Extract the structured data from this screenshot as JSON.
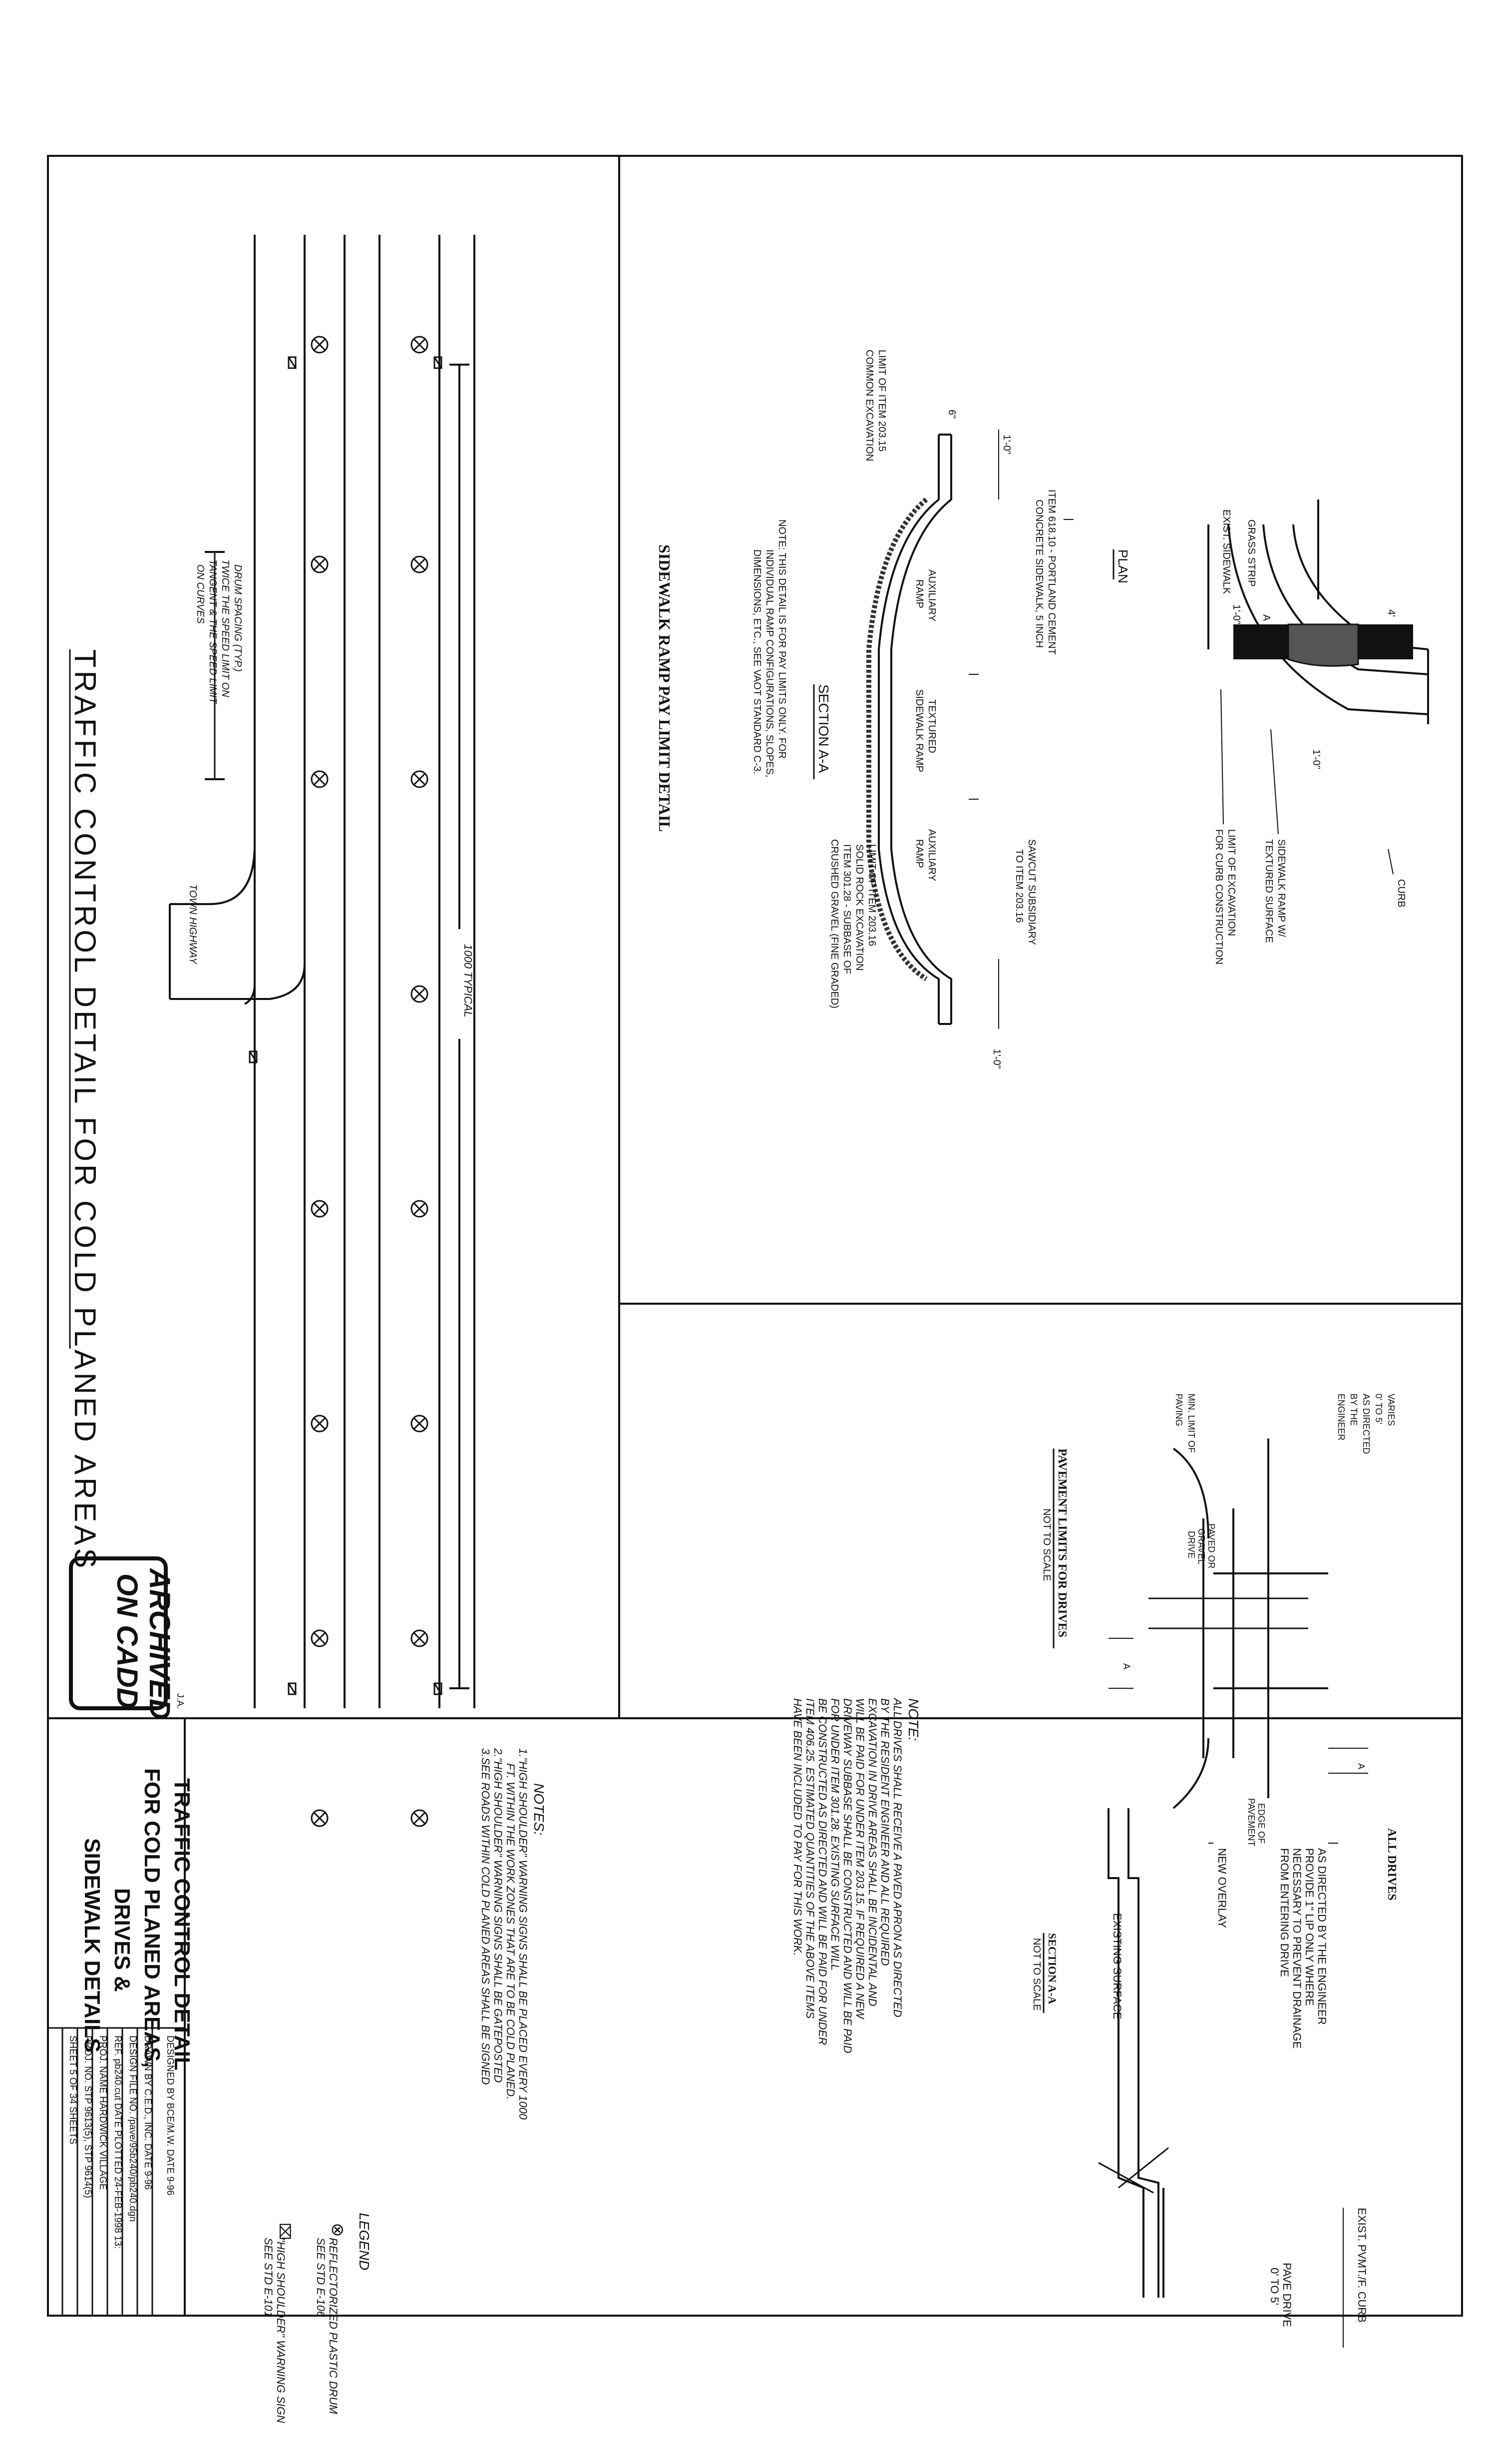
{
  "traffic_control": {
    "title": "TRAFFIC CONTROL DETAIL FOR COLD PLANED AREAS",
    "drum_spacing": [
      "DRUM SPACING (TYP.)",
      "TWICE THE SPEED LIMIT ON",
      "TANGENT & THE SPEED LIMIT",
      "ON CURVES"
    ],
    "typical_spacing": "1000 TYPICAL",
    "town_highway": "TOWN HIGHWAY",
    "notes_title": "NOTES:",
    "notes": [
      "1.\"HIGH SHOULDER\" WARNING SIGNS SHALL BE PLACED EVERY 1000",
      "FT. WITHIN THE WORK ZONES THAT ARE TO BE COLD PLANED.",
      "2.\"HIGH SHOULDER\" WARNING SIGNS SHALL BE GATEPOSTED",
      "3.SEE ROADS WITHIN COLD PLANED AREAS SHALL BE SIGNED"
    ],
    "legend_title": "LEGEND",
    "legend": [
      {
        "symbol": "⊗",
        "text": [
          "REFLECTORIZED PLASTIC DRUM",
          "SEE STD E-106"
        ]
      },
      {
        "symbol": "⌧",
        "text": [
          "\"HIGH SHOULDER\" WARNING SIGN",
          "SEE STD E-101"
        ]
      }
    ]
  },
  "sidewalk_ramp": {
    "title": "SIDEWALK RAMP PAY LIMIT DETAIL",
    "plan_label": "PLAN",
    "section_label": "SECTION A-A",
    "labels": {
      "exist_sidewalk": "EXIST. SIDEWALK",
      "grass_strip": "GRASS STRIP",
      "curb": "CURB",
      "ramp": [
        "SIDEWALK RAMP W/",
        "TEXTURED SURFACE"
      ],
      "limit_excavation": [
        "LIMIT OF EXCAVATION",
        "FOR CURB CONSTRUCTION"
      ],
      "item_608": [
        "ITEM 618.10 - PORTLAND CEMENT",
        "CONCRETE SIDEWALK, 5 INCH"
      ],
      "sawcut": [
        "SAWCUT SUBSIDIARY",
        "TO ITEM 203.16"
      ],
      "limit_203_common": [
        "LIMIT OF ITEM 203.15",
        "COMMON EXCAVATION"
      ],
      "limit_203_rock": [
        "LIMIT OF ITEM 203.16",
        "SOLID ROCK EXCAVATION"
      ],
      "item_301": [
        "ITEM 301.28 - SUBBASE OF",
        "CRUSHED GRAVEL (FINE GRADED)"
      ],
      "auxiliary_ramp": [
        "AUXILIARY",
        "RAMP"
      ],
      "textured_ramp": [
        "TEXTURED",
        "SIDEWALK RAMP"
      ],
      "one_foot": "1'-0\"",
      "six_inch": "6\"",
      "four_ft": "4'",
      "section_mark": "A"
    },
    "note": [
      "NOTE: THIS DETAIL IS FOR PAY LIMITS ONLY. FOR",
      "INDIVIDUAL RAMP CONFIGURATIONS, SLOPES,",
      "DIMENSIONS, ETC., SEE VAOT STANDARD C-3."
    ]
  },
  "pavement_limits": {
    "title": "PAVEMENT LIMITS FOR DRIVES",
    "subtitle": "NOT TO SCALE",
    "varies": [
      "VARIES",
      "0' TO 5'",
      "AS DIRECTED",
      "BY THE",
      "ENGINEER"
    ],
    "min_limit": [
      "MIN. LIMIT OF",
      "PAVING"
    ],
    "paved_drive": [
      "PAVED OR",
      "GRAVEL",
      "DRIVE"
    ],
    "edge": [
      "EDGE OF",
      "PAVEMENT"
    ],
    "section_mark": "A",
    "note_title": "NOTE:",
    "note": [
      "ALL DRIVES SHALL RECEIVE A PAVED APRON AS DIRECTED",
      "BY THE RESIDENT ENGINEER AND ALL REQUIRED",
      "EXCAVATION IN DRIVE AREAS SHALL BE INCIDENTAL AND",
      "WILL BE PAID FOR UNDER ITEM 203.15. IF REQUIRED A NEW",
      "DRIVEWAY SUBBASE SHALL BE CONSTRUCTED AND WILL BE PAID",
      "FOR UNDER ITEM 301.28. EXISTING SURFACE WILL",
      "BE CONSTRUCTED AS DIRECTED AND WILL BE PAID FOR UNDER",
      "ITEM 406.25. ESTIMATED QUANTITIES OF THE ABOVE ITEMS",
      "HAVE BEEN INCLUDED TO PAY FOR THIS WORK."
    ]
  },
  "all_drives": {
    "title": "ALL DRIVES",
    "section_title": "SECTION A-A",
    "section_subtitle": "NOT TO SCALE",
    "directed": [
      "AS DIRECTED BY THE ENGINEER",
      "PROVIDE 1\" LIP ONLY WHERE",
      "NECESSARY TO PREVENT DRAINAGE",
      "FROM ENTERING DRIVE"
    ],
    "new_overlay": "NEW OVERLAY",
    "existing_surface": "EXISTING SURFACE",
    "exist_pvmt": "EXIST. PVMT./F. CURB",
    "pave_drive": [
      "PAVE DRIVE",
      "0' TO 5'"
    ]
  },
  "stamp": {
    "line1": "ARCHIVED",
    "line2": "ON CADD",
    "mark": "J.A."
  },
  "title_block": {
    "title": [
      "TRAFFIC CONTROL DETAIL",
      "FOR COLD PLANED AREAS,",
      "DRIVES &",
      "SIDEWALK DETAILS"
    ],
    "rows": [
      "DESIGNED BY  BCE/M.W.      DATE 9-96",
      "DRAWN BY  C.E.D., INC.    DATE 9-96",
      "DESIGN FILE NO. /pave/95b240/pb240.dgn",
      "REF. pb240.cut    DATE PLOTTED 24-FEB-1998 13:",
      "PROJ. NAME  HARDWICK VILLAGE",
      "PROJ. NO.  STP 9613(5), STP 9614(5)",
      "SHEET   5   OF   34   SHEETS"
    ]
  }
}
